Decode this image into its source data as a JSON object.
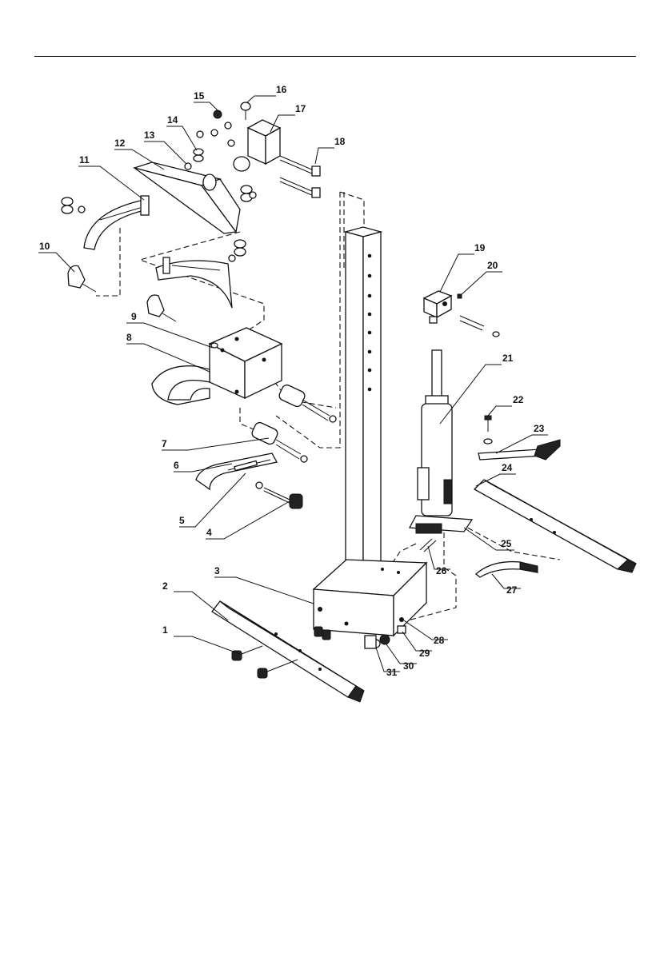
{
  "diagram": {
    "callouts": [
      "1",
      "2",
      "3",
      "4",
      "5",
      "6",
      "7",
      "8",
      "9",
      "10",
      "11",
      "12",
      "13",
      "14",
      "15",
      "16",
      "17",
      "18",
      "19",
      "20",
      "21",
      "22",
      "23",
      "24",
      "25",
      "26",
      "27",
      "28",
      "29",
      "30",
      "31"
    ]
  }
}
